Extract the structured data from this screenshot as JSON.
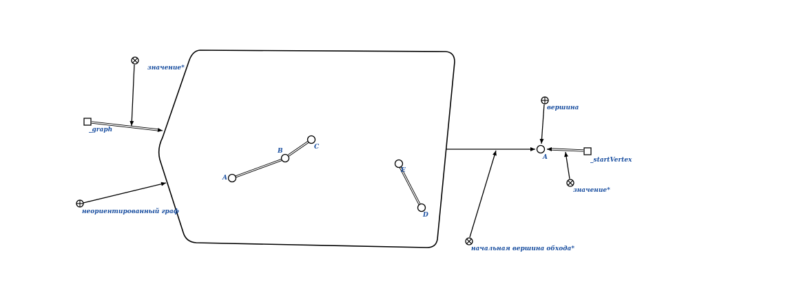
{
  "diagram": {
    "left_nodes": {
      "value_top": "значение*",
      "graph": "_graph",
      "undirected_graph": "неориентированный граф"
    },
    "inner_vertices": {
      "A": "A",
      "B": "B",
      "C": "C",
      "E": "E",
      "D": "D"
    },
    "right_nodes": {
      "vertex_class": "вершина",
      "target_vertex": "A",
      "start_vertex": "_startVertex",
      "value_right": "значение*",
      "start_vertex_relation": "начальная вершина обхода*"
    }
  }
}
